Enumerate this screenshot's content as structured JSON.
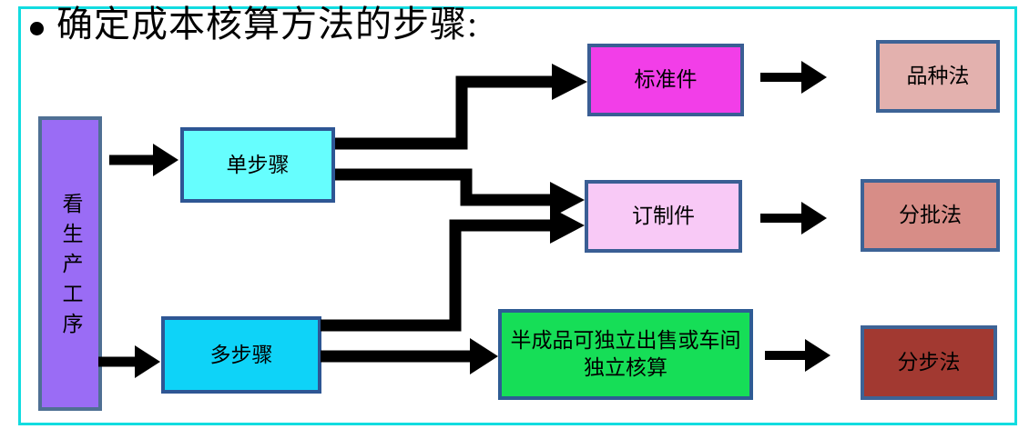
{
  "title": {
    "bullet": "•",
    "text": "确定成本核算方法的步骤:"
  },
  "frame_color": "#12DCE0",
  "arrow_color": "#000000",
  "diagram": {
    "nodes": [
      {
        "id": "source",
        "label": "看生产工序",
        "fill": "#9A6CF5",
        "border": "#4F7094"
      },
      {
        "id": "single-step",
        "label": "单步骤",
        "fill": "#66FEFE",
        "border": "#2E5694"
      },
      {
        "id": "multi-step",
        "label": "多步骤",
        "fill": "#0ED3F8",
        "border": "#2E5694"
      },
      {
        "id": "standard-part",
        "label": "标准件",
        "fill": "#F23EE8",
        "border": "#3A5E94"
      },
      {
        "id": "custom-part",
        "label": "订制件",
        "fill": "#F8C9F6",
        "border": "#3A5E94"
      },
      {
        "id": "semi-finished",
        "label": "半成品可独立出售或车间独立核算",
        "fill": "#16DE57",
        "border": "#2E5C94"
      },
      {
        "id": "variety-method",
        "label": "品种法",
        "fill": "#E3B1AE",
        "border": "#3D6396"
      },
      {
        "id": "batch-method",
        "label": "分批法",
        "fill": "#D78D87",
        "border": "#3D6396"
      },
      {
        "id": "step-method",
        "label": "分步法",
        "fill": "#A23931",
        "border": "#3D6396"
      }
    ],
    "edges": [
      {
        "from": "看生产工序",
        "to": "单步骤"
      },
      {
        "from": "看生产工序",
        "to": "多步骤"
      },
      {
        "from": "单步骤",
        "to": "标准件"
      },
      {
        "from": "单步骤",
        "to": "订制件"
      },
      {
        "from": "多步骤",
        "to": "订制件"
      },
      {
        "from": "多步骤",
        "to": "半成品可独立出售或车间独立核算"
      },
      {
        "from": "标准件",
        "to": "品种法"
      },
      {
        "from": "订制件",
        "to": "分批法"
      },
      {
        "from": "半成品可独立出售或车间独立核算",
        "to": "分步法"
      }
    ]
  }
}
